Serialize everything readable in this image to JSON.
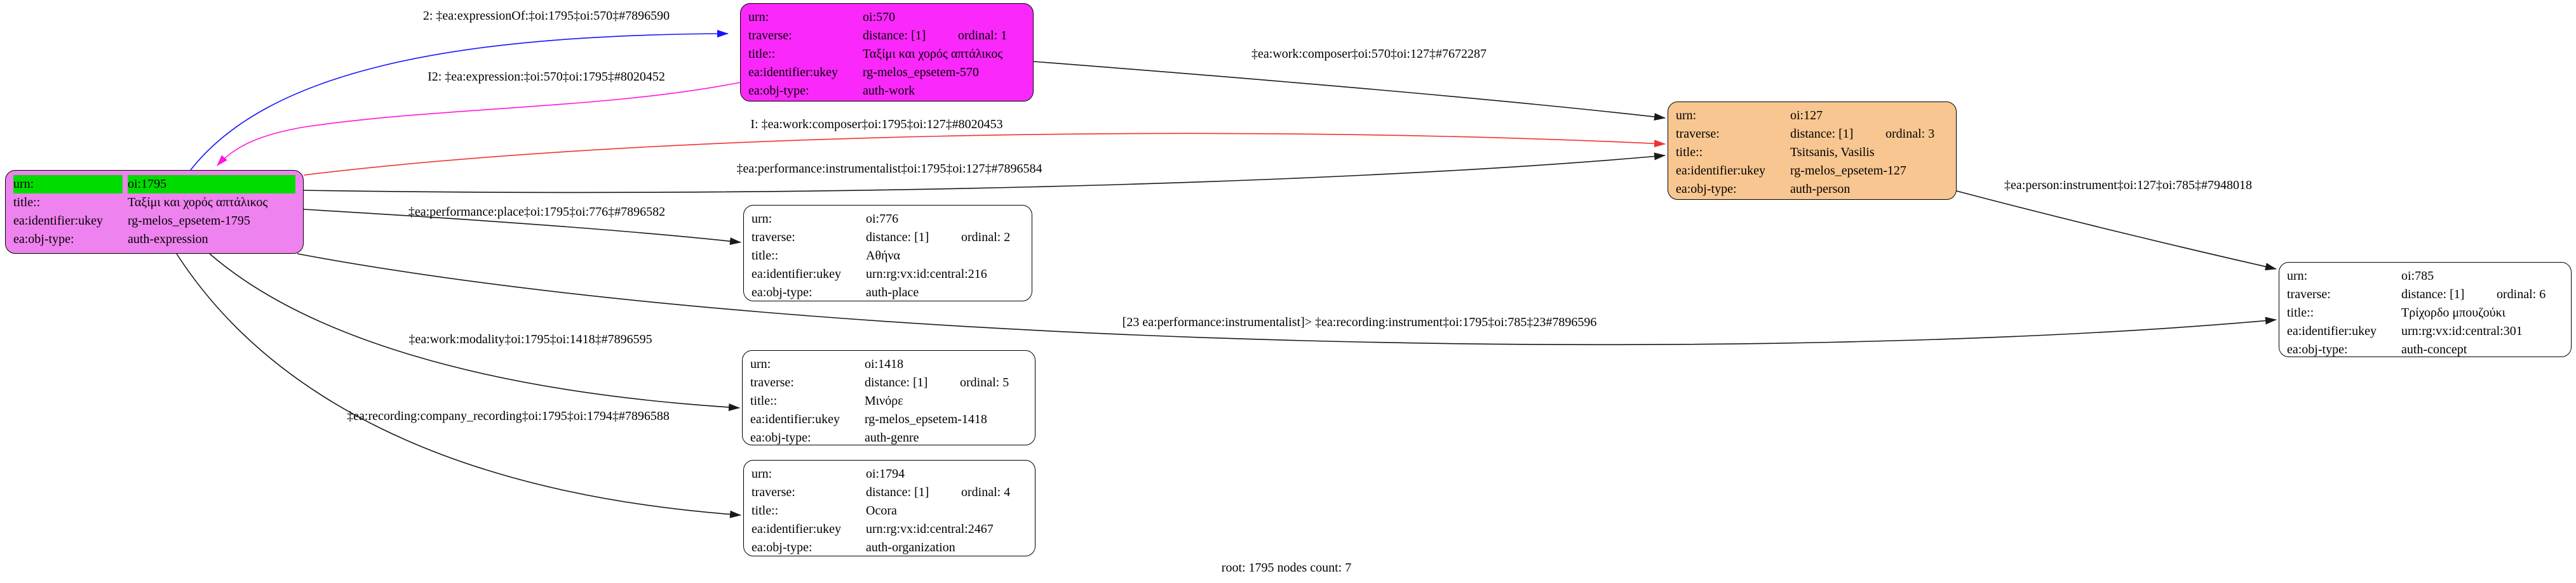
{
  "colors": {
    "edge_blue": "#1414ff",
    "edge_magenta": "#ff14dc",
    "edge_red": "#f03232",
    "edge_black": "#1a1a1a",
    "urn_highlight": "#00dc00",
    "node_root_fill": "#ee82ee",
    "node_work_fill": "#fa28fa",
    "node_person_fill": "#f8c690",
    "node_default_fill": "#ffffff"
  },
  "footer": {
    "text": "root: 1795 nodes count: 7"
  },
  "nodes": [
    {
      "id": "oi:1795",
      "fill": "#ee82ee",
      "rows": [
        {
          "k": "urn:",
          "v": "oi:1795",
          "hl": true
        },
        {
          "k": "title::",
          "v": "Ταξίμι και χορός απτάλικος"
        },
        {
          "k": "ea:identifier:ukey",
          "v": "rg-melos_epsetem-1795"
        },
        {
          "k": "ea:obj-type:",
          "v": "auth-expression"
        }
      ]
    },
    {
      "id": "oi:570",
      "fill": "#fa28fa",
      "rows": [
        {
          "k": "urn:",
          "v": "oi:570"
        },
        {
          "k": "traverse:",
          "v": "distance: [1]",
          "v2": "ordinal: 1"
        },
        {
          "k": "title::",
          "v": "Ταξίμι και χορός απτάλικος"
        },
        {
          "k": "ea:identifier:ukey",
          "v": "rg-melos_epsetem-570"
        },
        {
          "k": "ea:obj-type:",
          "v": "auth-work"
        }
      ]
    },
    {
      "id": "oi:127",
      "fill": "#f8c690",
      "rows": [
        {
          "k": "urn:",
          "v": "oi:127"
        },
        {
          "k": "traverse:",
          "v": "distance: [1]",
          "v2": "ordinal: 3"
        },
        {
          "k": "title::",
          "v": "Tsitsanis, Vasilis"
        },
        {
          "k": "ea:identifier:ukey",
          "v": "rg-melos_epsetem-127"
        },
        {
          "k": "ea:obj-type:",
          "v": "auth-person"
        }
      ]
    },
    {
      "id": "oi:776",
      "fill": "#ffffff",
      "rows": [
        {
          "k": "urn:",
          "v": "oi:776"
        },
        {
          "k": "traverse:",
          "v": "distance: [1]",
          "v2": "ordinal: 2"
        },
        {
          "k": "title::",
          "v": "Αθήνα"
        },
        {
          "k": "ea:identifier:ukey",
          "v": "urn:rg:vx:id:central:216"
        },
        {
          "k": "ea:obj-type:",
          "v": "auth-place"
        }
      ]
    },
    {
      "id": "oi:1418",
      "fill": "#ffffff",
      "rows": [
        {
          "k": "urn:",
          "v": "oi:1418"
        },
        {
          "k": "traverse:",
          "v": "distance: [1]",
          "v2": "ordinal: 5"
        },
        {
          "k": "title::",
          "v": "Μινόρε"
        },
        {
          "k": "ea:identifier:ukey",
          "v": "rg-melos_epsetem-1418"
        },
        {
          "k": "ea:obj-type:",
          "v": "auth-genre"
        }
      ]
    },
    {
      "id": "oi:1794",
      "fill": "#ffffff",
      "rows": [
        {
          "k": "urn:",
          "v": "oi:1794"
        },
        {
          "k": "traverse:",
          "v": "distance: [1]",
          "v2": "ordinal: 4"
        },
        {
          "k": "title::",
          "v": "Ocora"
        },
        {
          "k": "ea:identifier:ukey",
          "v": "urn:rg:vx:id:central:2467"
        },
        {
          "k": "ea:obj-type:",
          "v": "auth-organization"
        }
      ]
    },
    {
      "id": "oi:785",
      "fill": "#ffffff",
      "rows": [
        {
          "k": "urn:",
          "v": "oi:785"
        },
        {
          "k": "traverse:",
          "v": "distance: [1]",
          "v2": "ordinal: 6"
        },
        {
          "k": "title::",
          "v": "Τρίχορδο μπουζούκι"
        },
        {
          "k": "ea:identifier:ukey",
          "v": "urn:rg:vx:id:central:301"
        },
        {
          "k": "ea:obj-type:",
          "v": "auth-concept"
        }
      ]
    }
  ],
  "edge_labels": [
    {
      "text": "2: ‡ea:expressionOf:‡oi:1795‡oi:570‡#7896590"
    },
    {
      "text": "I2: ‡ea:expression:‡oi:570‡oi:1795‡#8020452"
    },
    {
      "text": "‡ea:work:composer‡oi:570‡oi:127‡#7672287"
    },
    {
      "text": "I: ‡ea:work:composer‡oi:1795‡oi:127‡#8020453"
    },
    {
      "text": "‡ea:performance:instrumentalist‡oi:1795‡oi:127‡#7896584"
    },
    {
      "text": "‡ea:performance:place‡oi:1795‡oi:776‡#7896582"
    },
    {
      "text": "‡ea:work:modality‡oi:1795‡oi:1418‡#7896595"
    },
    {
      "text": "‡ea:recording:company_recording‡oi:1795‡oi:1794‡#7896588"
    },
    {
      "text": "‡ea:person:instrument‡oi:127‡oi:785‡#7948018"
    },
    {
      "text": "[23 ea:performance:instrumentalist]> ‡ea:recording:instrument‡oi:1795‡oi:785‡23#7896596"
    }
  ]
}
